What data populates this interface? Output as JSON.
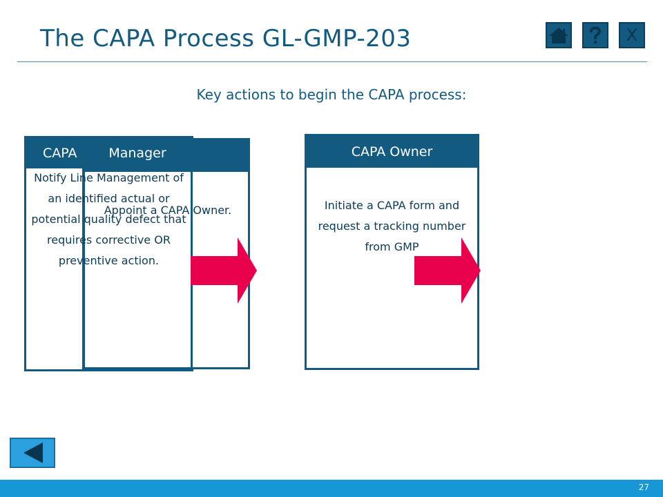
{
  "slide": {
    "title": "The CAPA Process GL-GMP-203",
    "subtitle": "Key actions to begin the CAPA process:",
    "page_number": "27"
  },
  "nav": {
    "home_icon": "home-icon",
    "help_icon": "question-icon",
    "close_label": "X",
    "back_icon": "back-triangle-icon"
  },
  "boxes": {
    "capa_partial": {
      "header": "CAPA",
      "text": "Notify Line Management of an identified actual or potential quality defect that requires corrective OR preventive action."
    },
    "manager_back": {
      "text": "Appoint a CAPA Owner."
    },
    "manager": {
      "header": "Manager"
    },
    "capa_owner": {
      "header": "CAPA Owner",
      "text": "Initiate a CAPA form and request a tracking number from GMP"
    }
  },
  "colors": {
    "primary": "#125a80",
    "arrow": "#e8004d",
    "footer": "#1797d6"
  }
}
